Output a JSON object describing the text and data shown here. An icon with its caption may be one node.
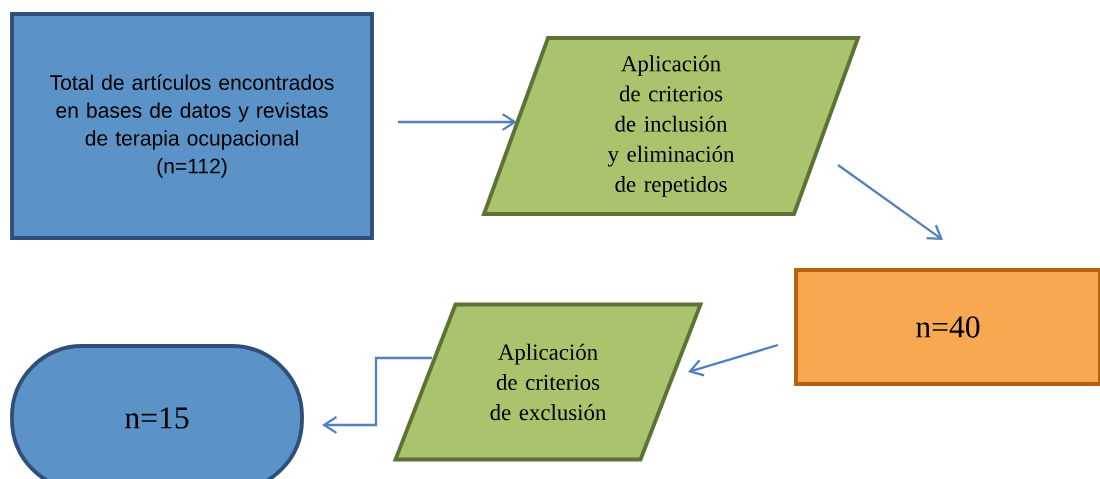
{
  "diagram": {
    "nodes": [
      {
        "text": [
          "Total de artículos encontrados en bases de datos y revistas de terapia ocupacional",
          "(n=112)"
        ]
      },
      {
        "text": [
          "Aplicación de criterios de inclusión y eliminación de repetidos"
        ]
      },
      {
        "text": [
          "n=40"
        ]
      },
      {
        "text": [
          "Aplicación de criterios de exclusión"
        ]
      },
      {
        "text": [
          "n=15"
        ]
      }
    ],
    "edges": [
      {
        "from": 0,
        "to": 1,
        "arrow": "to"
      },
      {
        "from": 1,
        "to": 2,
        "arrow": "to"
      },
      {
        "from": 2,
        "to": 3,
        "arrow": "to"
      },
      {
        "from": 3,
        "to": 4,
        "arrow": "to"
      }
    ]
  }
}
